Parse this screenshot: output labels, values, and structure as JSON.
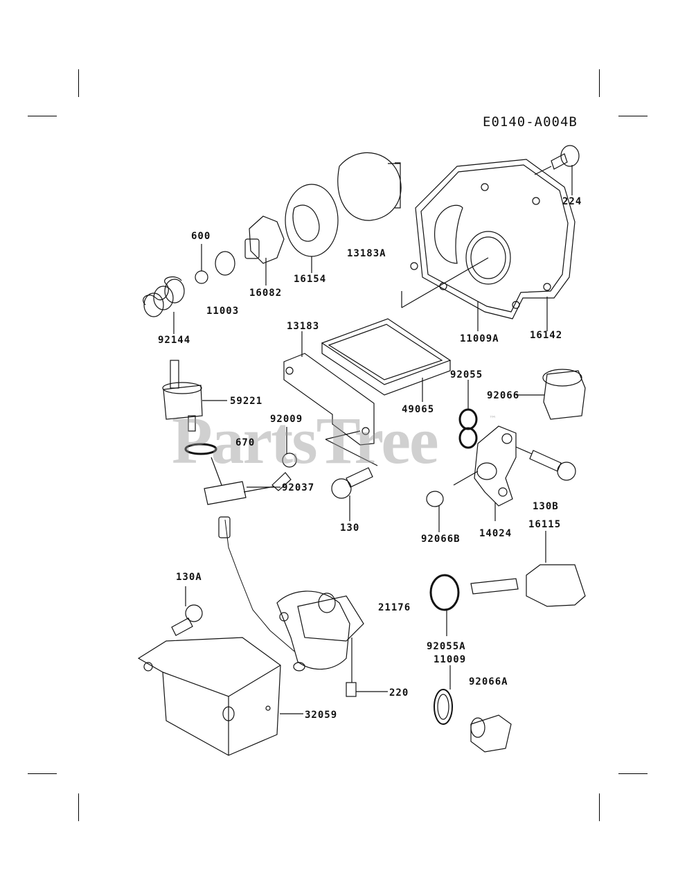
{
  "diagram": {
    "code": "E0140-A004B",
    "watermark": "PartsTree",
    "trademark": "™",
    "labels": {
      "p224": "224",
      "p600": "600",
      "p13183A": "13183A",
      "p16082": "16082",
      "p16154": "16154",
      "p11003": "11003",
      "p92144": "92144",
      "p13183": "13183",
      "p11009A": "11009A",
      "p16142": "16142",
      "p59221": "59221",
      "p49065": "49065",
      "p92055": "92055",
      "p92066": "92066",
      "p92009": "92009",
      "p670": "670",
      "p92037": "92037",
      "p130": "130",
      "p130B": "130B",
      "p92066B": "92066B",
      "p14024": "14024",
      "p16115": "16115",
      "p130A": "130A",
      "p21176": "21176",
      "p92055A": "92055A",
      "p11009": "11009",
      "p92066A": "92066A",
      "p220": "220",
      "p32059": "32059"
    }
  }
}
